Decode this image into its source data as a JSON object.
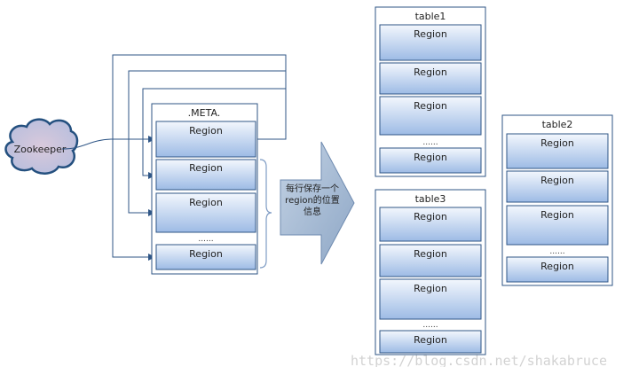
{
  "zookeeper": {
    "label": "Zookeeper"
  },
  "meta": {
    "title": ".META.",
    "regions": [
      "Region",
      "Region",
      "Region",
      "Region"
    ],
    "ellipsis": "......"
  },
  "arrow": {
    "line1": "每行保存一个",
    "line2": "region的位置",
    "line3": "信息"
  },
  "table1": {
    "title": "table1",
    "regions": [
      "Region",
      "Region",
      "Region",
      "Region"
    ],
    "ellipsis": "......"
  },
  "table2": {
    "title": "table2",
    "regions": [
      "Region",
      "Region",
      "Region",
      "Region"
    ],
    "ellipsis": "......"
  },
  "table3": {
    "title": "table3",
    "regions": [
      "Region",
      "Region",
      "Region",
      "Region"
    ],
    "ellipsis": "......"
  },
  "watermark": "https://blog.csdn.net/shakabruce",
  "colors": {
    "line": "#2f5686",
    "region_top": "#eef3fb",
    "region_bottom": "#9fbde6",
    "arrow_fill": "#a9bdd6"
  }
}
